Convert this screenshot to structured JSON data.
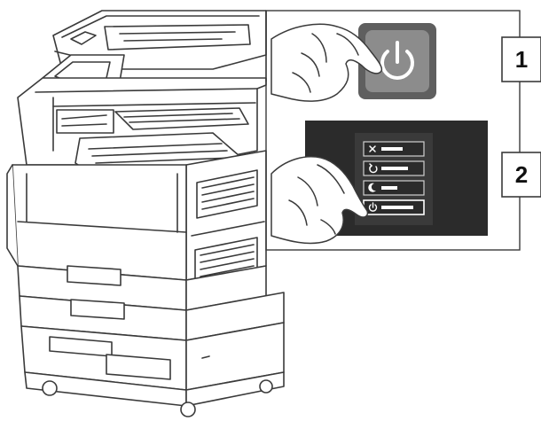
{
  "figure": {
    "steps": [
      {
        "number": "1",
        "action": "press-power-button"
      },
      {
        "number": "2",
        "action": "select-power-off-on-menu"
      }
    ],
    "power_menu": {
      "items": [
        {
          "icon": "close-icon"
        },
        {
          "icon": "restart-icon"
        },
        {
          "icon": "sleep-moon-icon"
        },
        {
          "icon": "power-icon"
        }
      ]
    },
    "colors": {
      "line": "#3a3a3a",
      "power_button_bg": "#8c8c8c",
      "power_button_panel": "#6e6e6e",
      "power_glyph": "#ffffff",
      "touch_screen_bg": "#2b2b2b",
      "menu_item_border": "#cfcfcf"
    }
  }
}
